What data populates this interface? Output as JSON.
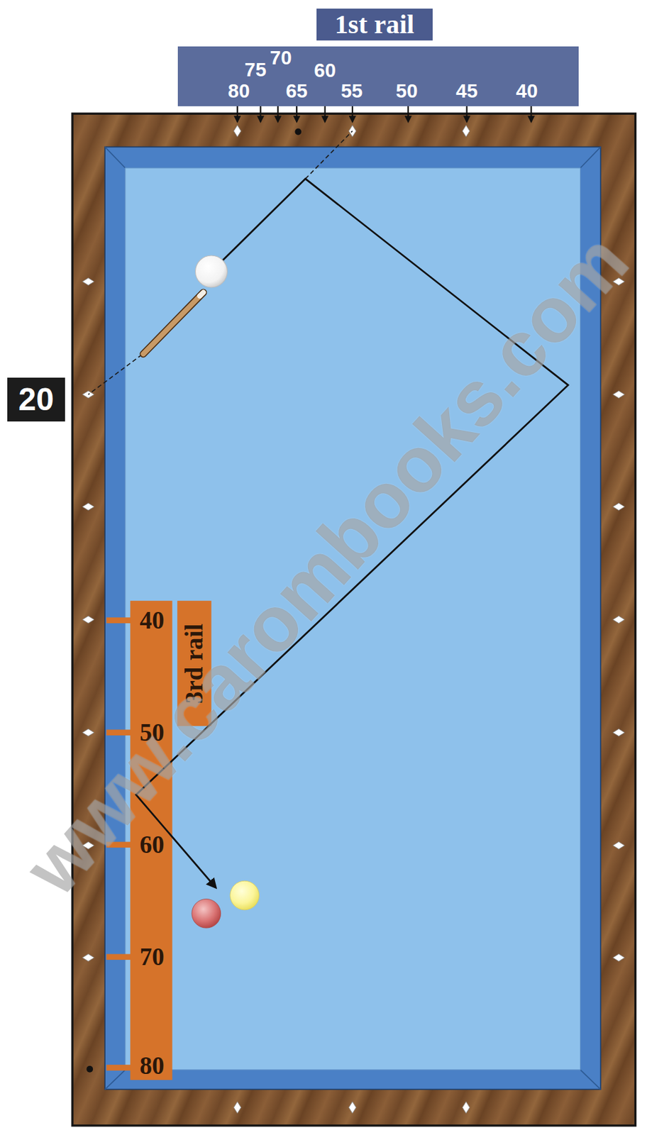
{
  "diagram": {
    "nodes": [
      {
        "text": [
          "1st rail"
        ]
      },
      {
        "text": [
          "80",
          "75",
          "70",
          "65",
          "60",
          "55",
          "50",
          "45",
          "40"
        ]
      },
      {
        "text": [
          "20"
        ]
      },
      {
        "text": [
          "40",
          "50",
          "60",
          "70",
          "80"
        ]
      },
      {
        "text": [
          "3rd rail"
        ]
      }
    ],
    "labels": [
      "www.carombooks.com"
    ]
  }
}
